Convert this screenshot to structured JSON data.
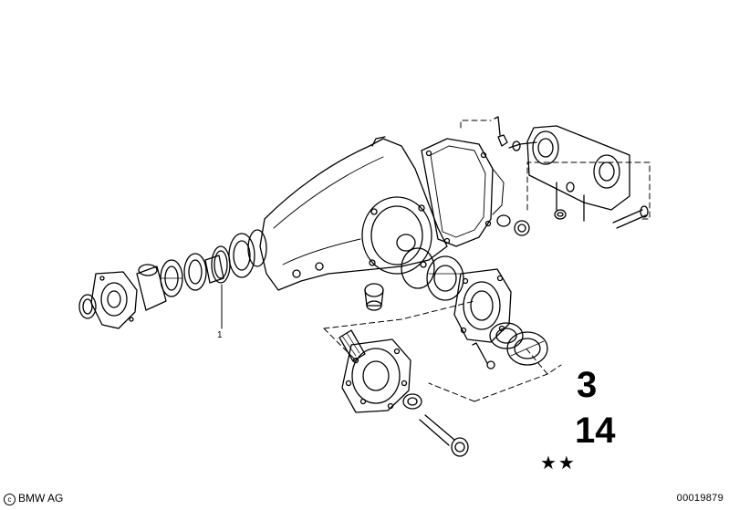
{
  "diagram": {
    "callouts": [
      {
        "number": "1"
      }
    ],
    "footer": {
      "copyright": "BMW AG",
      "copyright_mark": "c",
      "document_number": "00019879"
    },
    "catalog_marks": {
      "stars": "★★",
      "code_top": "3",
      "code_bottom": "14"
    }
  }
}
